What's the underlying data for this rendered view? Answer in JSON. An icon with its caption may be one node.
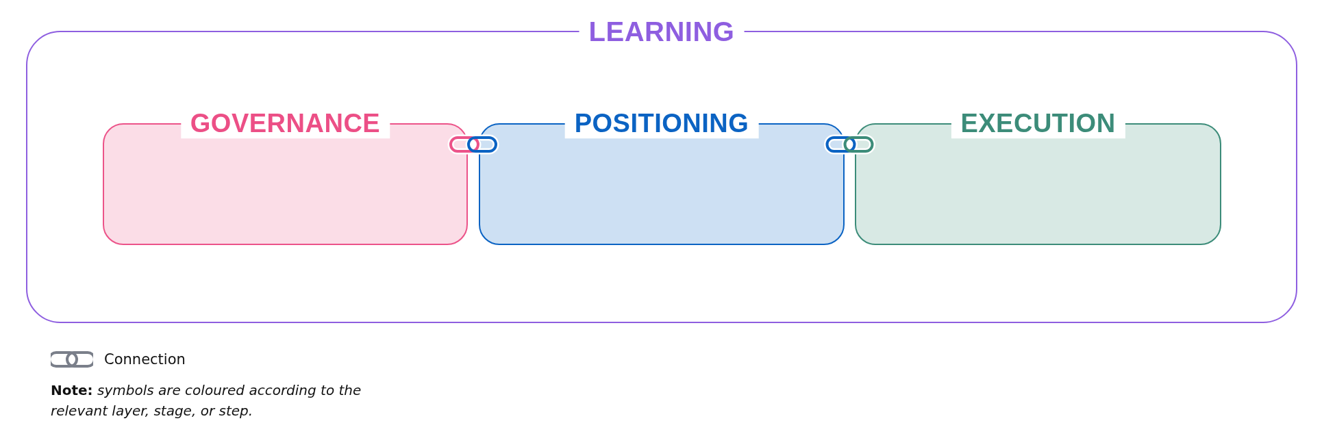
{
  "diagram": {
    "nodes": [
      {
        "text": [
          "LEARNING"
        ]
      },
      {
        "text": [
          "GOVERNANCE"
        ],
        "in": 0
      },
      {
        "text": [
          "POSITIONING"
        ],
        "in": 0
      },
      {
        "text": [
          "EXECUTION"
        ],
        "in": 0
      }
    ],
    "edges": [
      {
        "from": 1,
        "to": 2,
        "arrow": "none"
      },
      {
        "from": 2,
        "to": 3,
        "arrow": "none"
      }
    ],
    "labels": [
      "**Note:** *symbols are coloured according to the relevant layer, stage, or step.*"
    ],
    "legend": [
      {
        "text": "Connection"
      }
    ]
  }
}
